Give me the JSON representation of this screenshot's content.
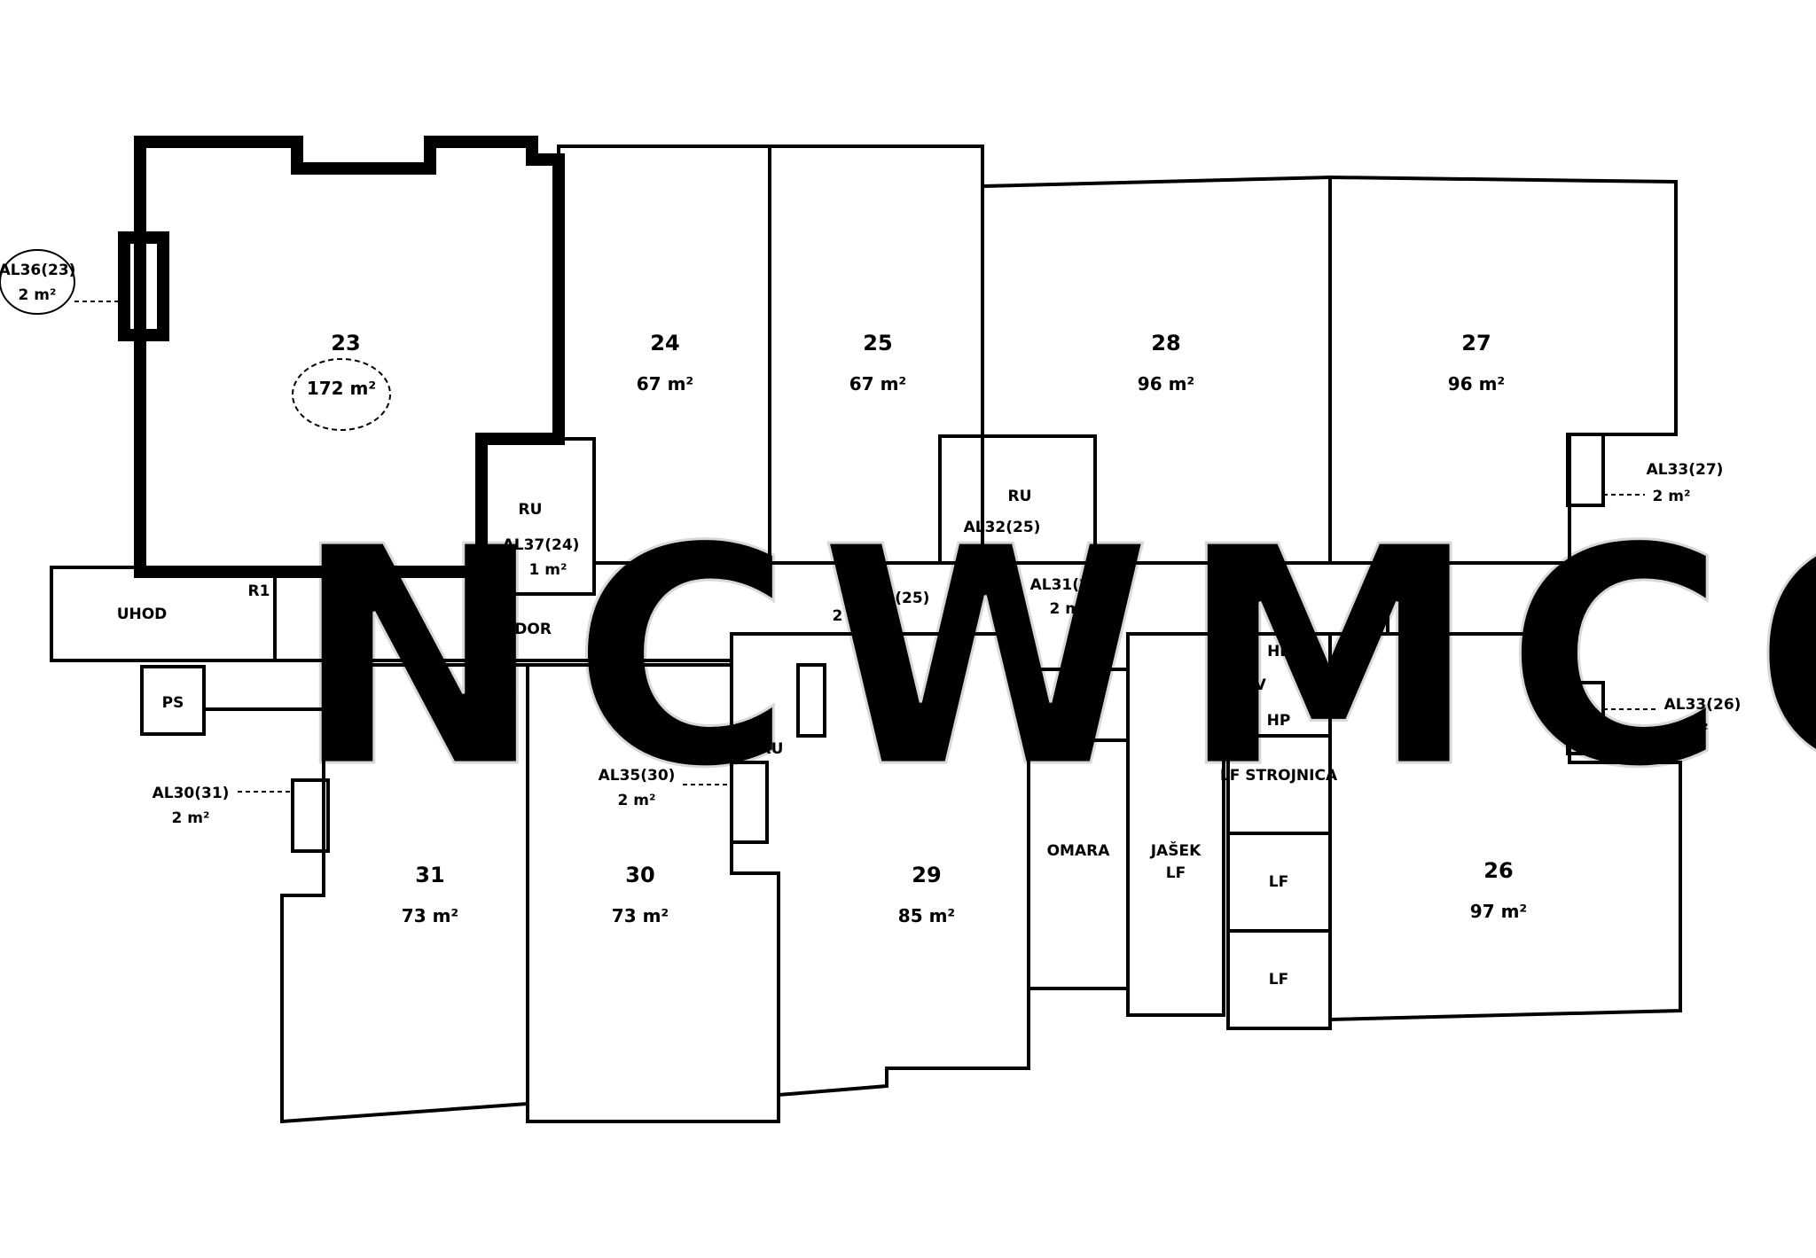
{
  "watermark": "NCWMCO",
  "units": [
    {
      "number": "23",
      "area": "172 m²"
    },
    {
      "number": "24",
      "area": "67 m²"
    },
    {
      "number": "25",
      "area": "67 m²"
    },
    {
      "number": "28",
      "area": "96 m²"
    },
    {
      "number": "27",
      "area": "96 m²"
    },
    {
      "number": "31",
      "area": "73 m²"
    },
    {
      "number": "30",
      "area": "73 m²"
    },
    {
      "number": "29",
      "area": "85 m²"
    },
    {
      "number": "26",
      "area": "97 m²"
    }
  ],
  "annexes": [
    {
      "code": "AL36(23)",
      "area": "2 m²"
    },
    {
      "code": "AL37(24)",
      "area": "1 m²"
    },
    {
      "code": "AL32(25)",
      "area": ""
    },
    {
      "code": "AL33(27)",
      "area": "2 m²"
    },
    {
      "code": "AL34(25)",
      "area": "2 m²"
    },
    {
      "code": "AL31(28)",
      "area": "2 m²"
    },
    {
      "code": "AL30(31)",
      "area": "2 m²"
    },
    {
      "code": "AL35(30)",
      "area": "2 m²"
    },
    {
      "code": "AL33(26)",
      "area": "2 m²"
    }
  ],
  "labels": {
    "ru": "RU",
    "corridor": "KORIDOR",
    "hallway": "UHOD",
    "ps": "PS",
    "dim": "DIM",
    "shaft": "OMARA",
    "elevator_shaft": "JAŠEK",
    "lf": "LF",
    "lf_control": "LF\nSTROJNICA",
    "hf": "HE",
    "cv": "CV",
    "hp": "HP",
    "r1": "R1"
  }
}
